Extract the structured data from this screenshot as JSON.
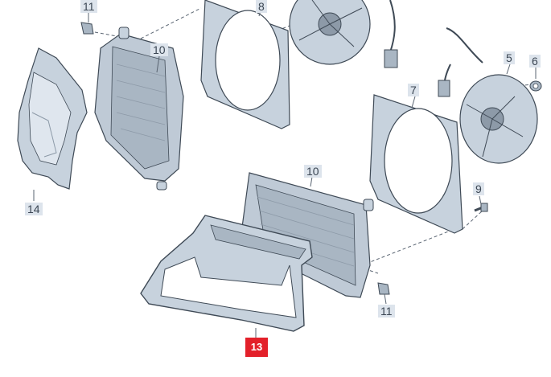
{
  "callouts": {
    "p11_top": "11",
    "p8": "8",
    "p10_left": "10",
    "p5": "5",
    "p6": "6",
    "p7": "7",
    "p14": "14",
    "p10_center": "10",
    "p9": "9",
    "p11_bottom": "11",
    "p13": "13"
  },
  "colors": {
    "highlight": "#e3202a",
    "label_bg": "#dde4ec",
    "part_fill": "#c7d2dd",
    "part_dark": "#8d9aa8",
    "outline": "#3f4a56",
    "leader": "#5a6572"
  }
}
